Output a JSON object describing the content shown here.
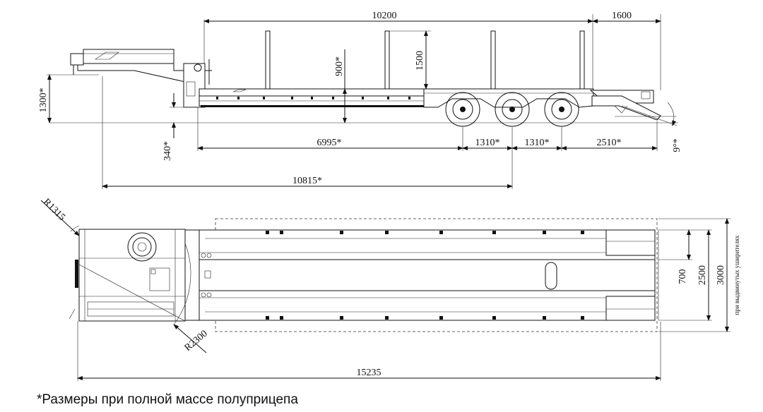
{
  "side_view": {
    "dim_total_length": "10200",
    "dim_rear_overhang": "1600",
    "dim_deck_height": "900*",
    "dim_stake_height": "1500",
    "dim_coupling_height": "1300*",
    "dim_ground_clearance": "340*",
    "dim_deck_to_axle": "6995*",
    "dim_axle_spacing_1": "1310*",
    "dim_axle_spacing_2": "1310*",
    "dim_rear_to_end": "2510*",
    "dim_kingpin_to_axle": "10815*",
    "dim_departure_angle": "9°*"
  },
  "top_view": {
    "dim_front_radius": "R1315",
    "dim_turning_radius": "R2300",
    "dim_overall_length": "15235",
    "dim_ramp_width": "700",
    "dim_width": "2500",
    "dim_extended_width": "3000",
    "note_extended": "при выдвинутых уширителях"
  },
  "footnote": "*Размеры при полной массе полуприцепа"
}
